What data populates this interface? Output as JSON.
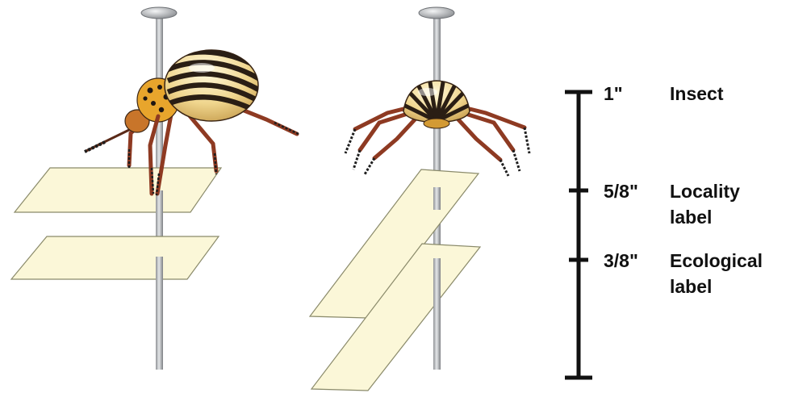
{
  "scale": {
    "marks": [
      {
        "height": "1\"",
        "label_lines": [
          "Insect"
        ]
      },
      {
        "height": "5/8\"",
        "label_lines": [
          "Locality",
          "label"
        ]
      },
      {
        "height": "3/8\"",
        "label_lines": [
          "Ecological",
          "label"
        ]
      }
    ]
  },
  "colors": {
    "label_card": "#fbf7d8",
    "pin_shaft": "#c7c9cc",
    "beetle_shell": "#f2dfa0",
    "beetle_stripe": "#2a1e14",
    "beetle_thorax": "#e8a52c",
    "beetle_leg": "#9a3f24"
  }
}
